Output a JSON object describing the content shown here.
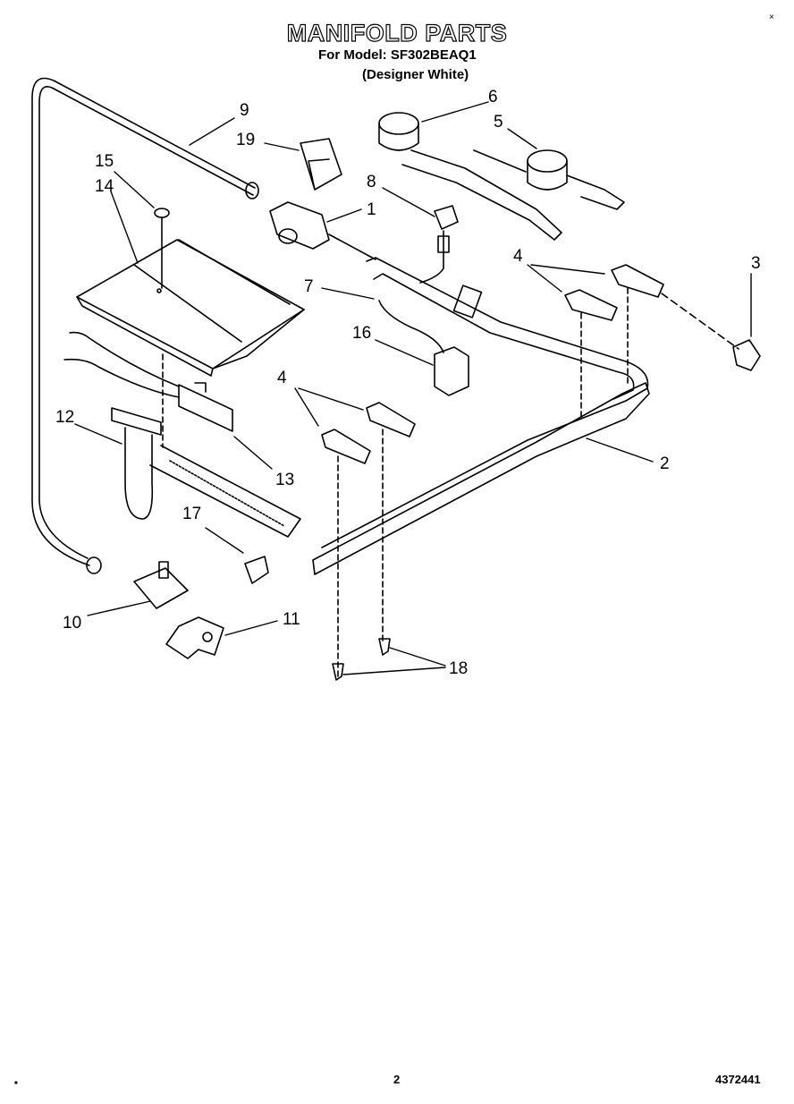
{
  "header": {
    "title": "MANIFOLD PARTS",
    "model_line": "For Model: SF302BEAQ1",
    "color_line": "(Designer White)"
  },
  "callouts": [
    "9",
    "19",
    "15",
    "14",
    "8",
    "1",
    "6",
    "5",
    "4",
    "3",
    "7",
    "16",
    "4",
    "12",
    "13",
    "2",
    "17",
    "10",
    "11",
    "18"
  ],
  "footer": {
    "page_number": "2",
    "document_number": "4372441"
  },
  "marks": {
    "top_right": "×",
    "bottom_left": "■"
  }
}
